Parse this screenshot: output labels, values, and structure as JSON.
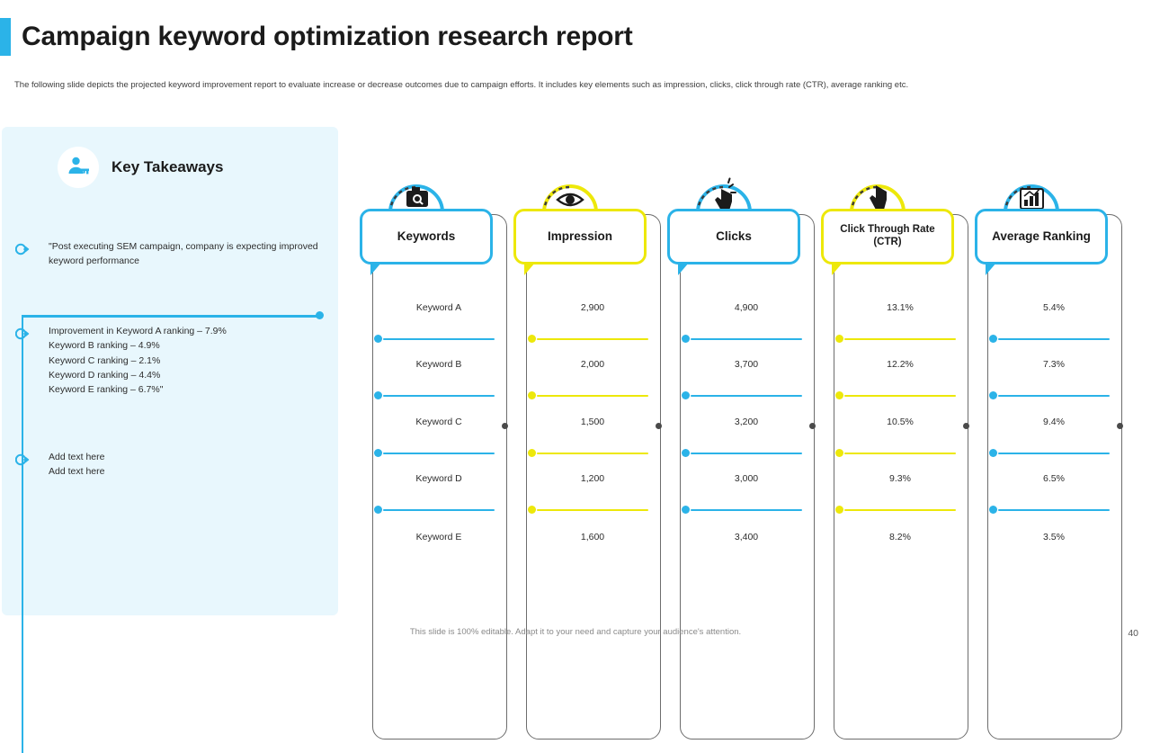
{
  "header": {
    "title": "Campaign keyword optimization research report",
    "subtitle": "The following slide depicts the projected keyword improvement report to evaluate increase or decrease outcomes due to campaign efforts. It includes key elements such as impression, clicks, click through rate (CTR), average ranking etc."
  },
  "takeaways": {
    "icon": "user-key-icon",
    "title": "Key Takeaways",
    "items": [
      "\"Post executing SEM campaign, company is expecting improved keyword performance",
      "Improvement in Keyword A ranking – 7.9%\nKeyword B ranking – 4.9%\nKeyword C ranking – 2.1%\nKeyword D ranking – 4.4%\nKeyword E ranking – 6.7%\"",
      "Add text here\nAdd text here"
    ]
  },
  "table": {
    "columns": [
      {
        "label": "Keywords",
        "color": "#2BB3E8",
        "icon": "keyword-search-icon",
        "values": [
          "Keyword A",
          "Keyword B",
          "Keyword C",
          "Keyword D",
          "Keyword E"
        ]
      },
      {
        "label": "Impression",
        "color": "#EDE80A",
        "icon": "eye-icon",
        "values": [
          "2,900",
          "2,000",
          "1,500",
          "1,200",
          "1,600"
        ]
      },
      {
        "label": "Clicks",
        "color": "#2BB3E8",
        "icon": "click-hand-icon",
        "values": [
          "4,900",
          "3,700",
          "3,200",
          "3,000",
          "3,400"
        ]
      },
      {
        "label": "Click Through Rate (CTR)",
        "color": "#EDE80A",
        "icon": "pointer-hand-icon",
        "values": [
          "13.1%",
          "12.2%",
          "10.5%",
          "9.3%",
          "8.2%"
        ]
      },
      {
        "label": "Average Ranking",
        "color": "#2BB3E8",
        "icon": "bar-chart-ranking-icon",
        "values": [
          "5.4%",
          "7.3%",
          "9.4%",
          "6.5%",
          "3.5%"
        ]
      }
    ]
  },
  "footer": {
    "note": "This slide is 100% editable. Adapt it to your need and capture your audience's attention.",
    "page": "40"
  }
}
